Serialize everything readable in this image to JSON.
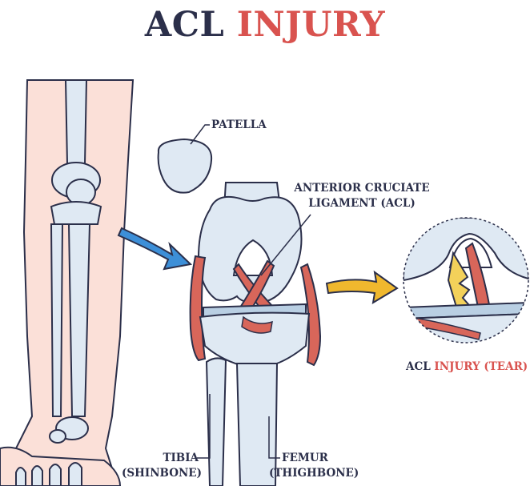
{
  "title": {
    "part1": "ACL",
    "part2": "INJURY",
    "color_dark": "#2b2f4a",
    "color_red": "#d9534f"
  },
  "labels": {
    "patella": "PATELLA",
    "acl_line1": "ANTERIOR CRUCIATE",
    "acl_line2": "LIGAMENT (ACL)",
    "tear_part1": "ACL",
    "tear_part2": "INJURY (TEAR)",
    "tibia_line1": "TIBIA",
    "tibia_line2": "(SHINBONE)",
    "femur_line1": "FEMUR",
    "femur_line2": "(THIGHBONE)"
  },
  "colors": {
    "bone": "#dfe9f3",
    "bone_shade": "#b9cfe3",
    "outline": "#2b2f4a",
    "skin": "#fbe0d8",
    "ligament": "#d8665a",
    "tear_yellow": "#f3d15a",
    "arrow_blue": "#3d8fd8",
    "arrow_yellow": "#f0b82e"
  }
}
